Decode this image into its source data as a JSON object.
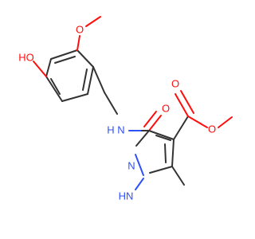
{
  "molecule": {
    "atom_labels": {
      "ho": "HO",
      "methoxy_o": "O",
      "amide_nh": "N",
      "amide_h": "H",
      "carbonyl_o_amide": "O",
      "carbonyl_o_ester": "O",
      "ester_o": "O",
      "pyrazole_n2": "N",
      "pyrazole_nh": "HN"
    },
    "colors": {
      "carbon_bond": "#333333",
      "oxygen": "#ff0d0d",
      "nitrogen": "#3050f8",
      "background": "#ffffff"
    }
  }
}
